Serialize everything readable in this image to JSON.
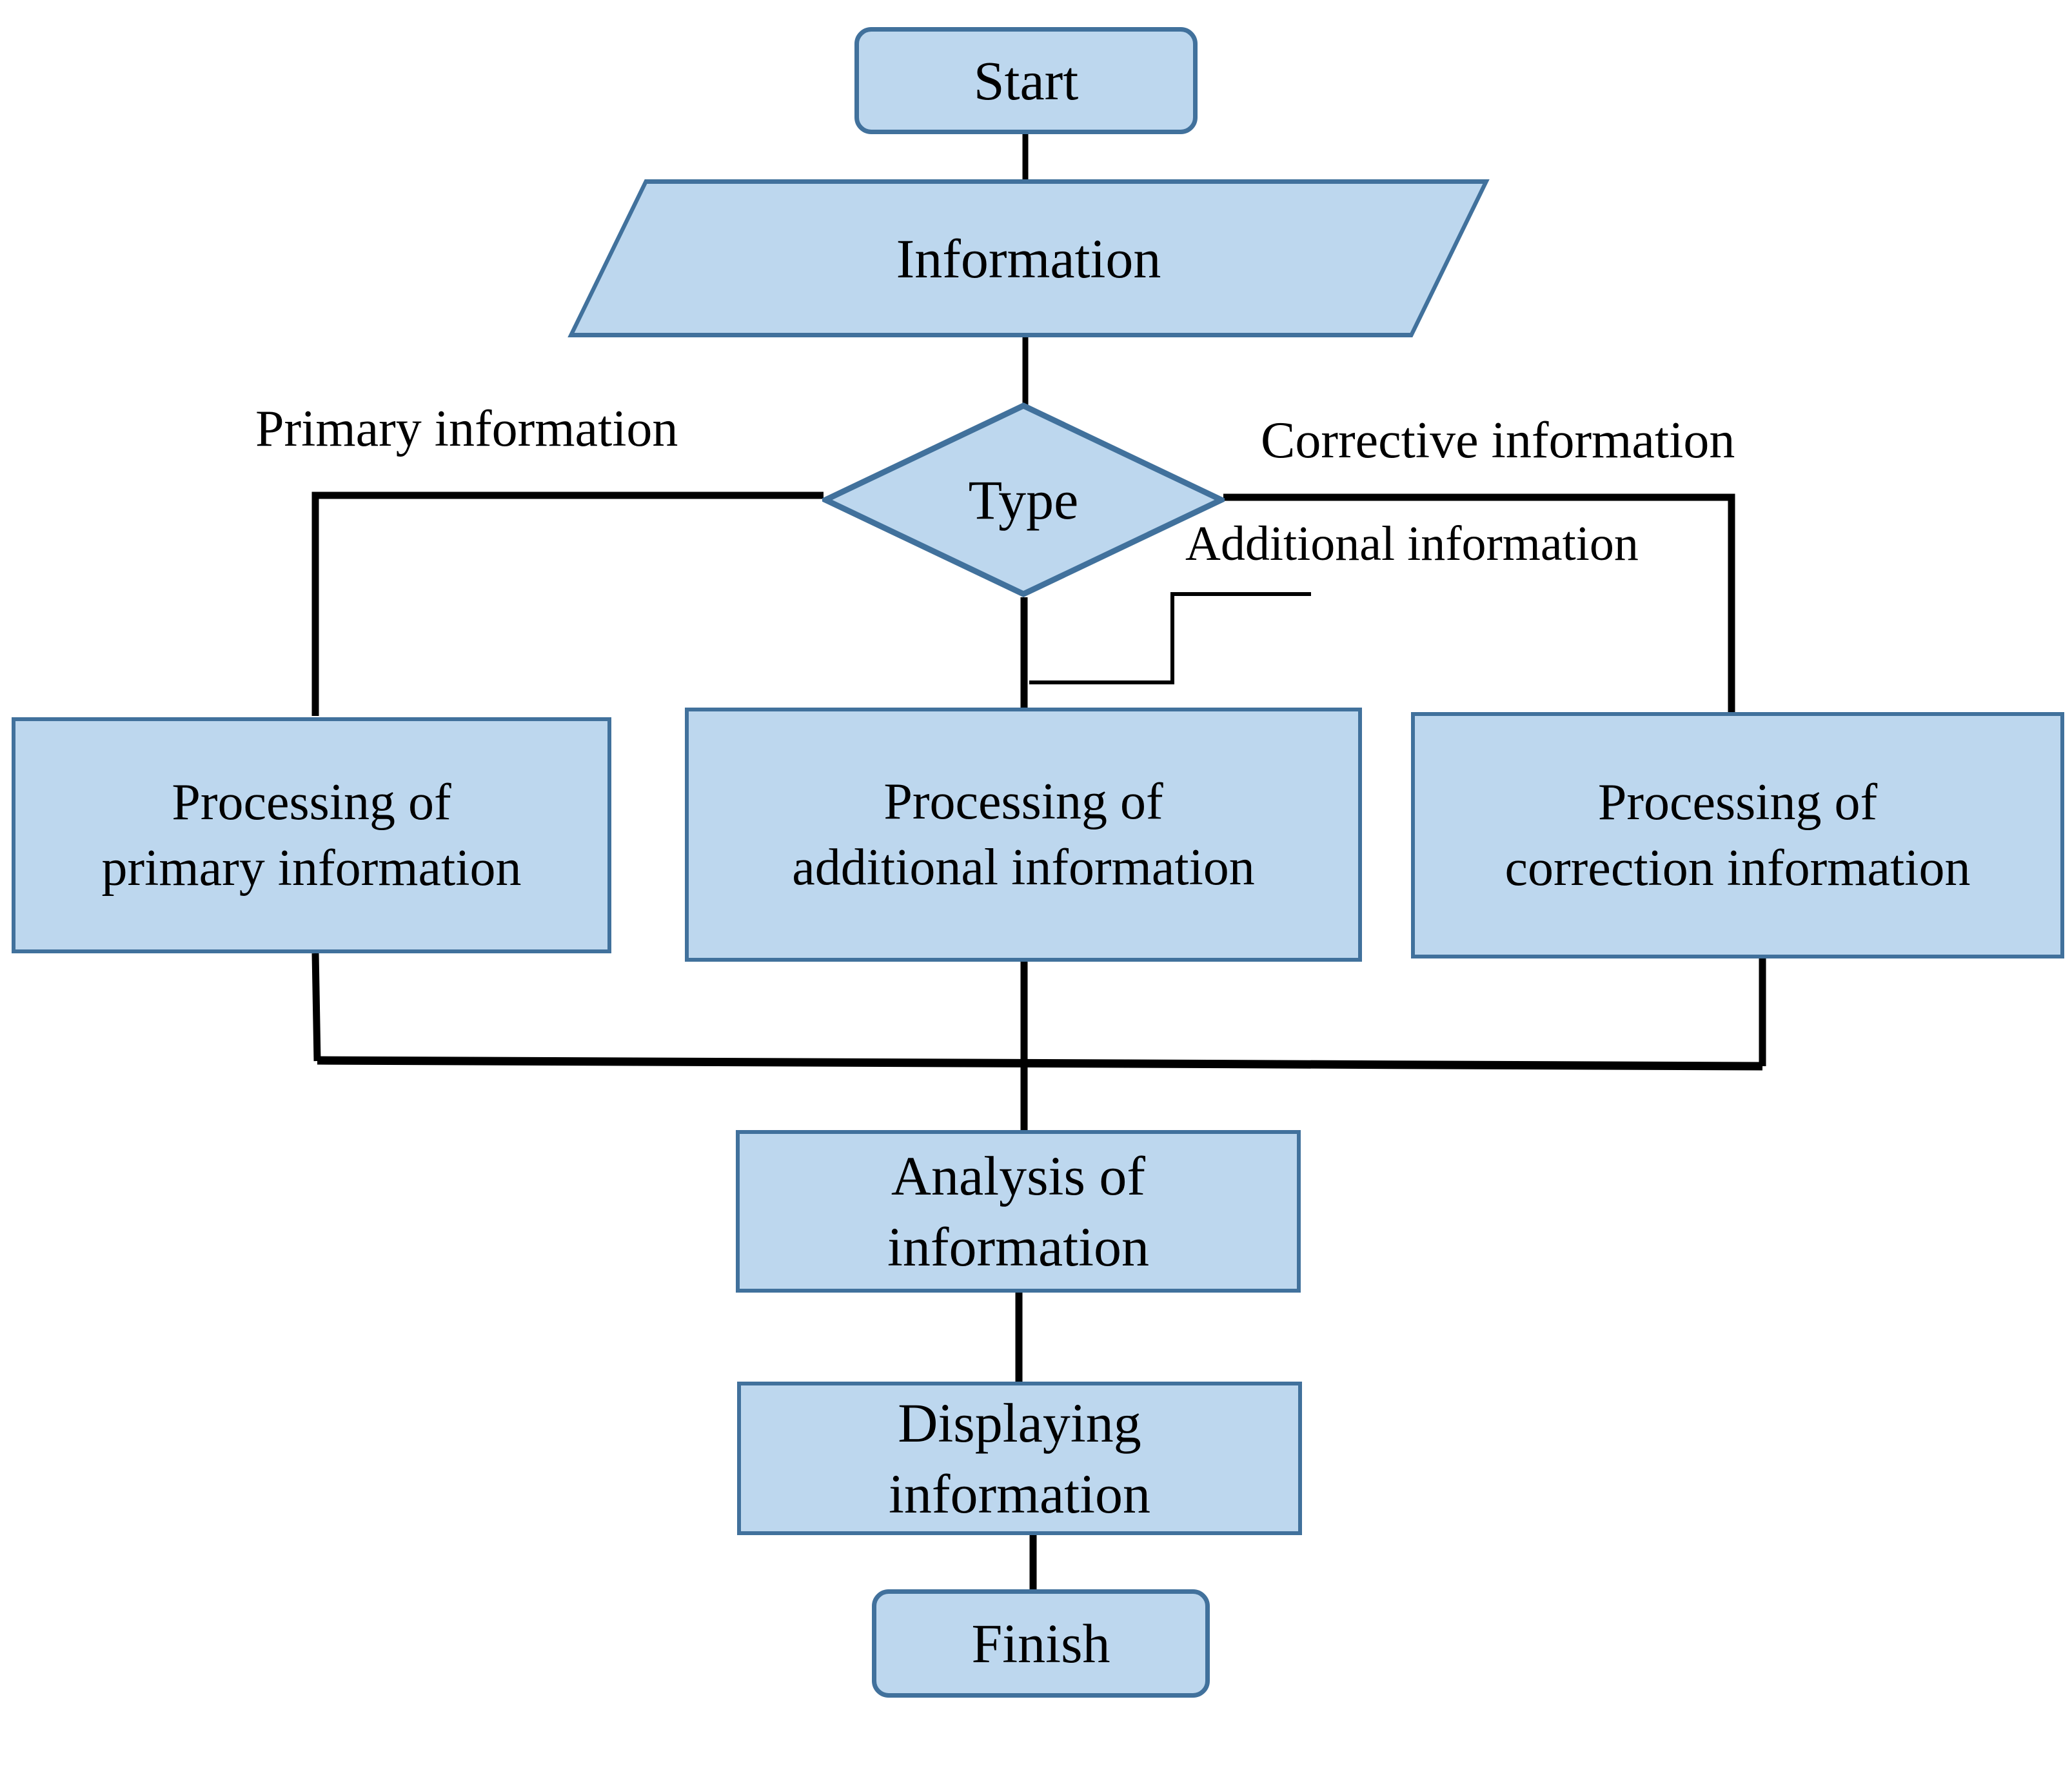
{
  "diagram": {
    "title": "Information processing flowchart",
    "colors": {
      "node_fill": "#bdd7ee",
      "node_border": "#41719c",
      "connector": "#000000",
      "background": "#ffffff"
    },
    "nodes": {
      "start": {
        "label": "Start",
        "shape": "terminator"
      },
      "information": {
        "label": "Information",
        "shape": "data-parallelogram"
      },
      "type": {
        "label": "Type",
        "shape": "decision-diamond"
      },
      "proc_primary": {
        "label": "Processing of\nprimary information",
        "shape": "process"
      },
      "proc_additional": {
        "label": "Processing of\nadditional information",
        "shape": "process"
      },
      "proc_correction": {
        "label": "Processing of\ncorrection information",
        "shape": "process"
      },
      "analysis": {
        "label": "Analysis of\ninformation",
        "shape": "process"
      },
      "display": {
        "label": "Displaying\ninformation",
        "shape": "process"
      },
      "finish": {
        "label": "Finish",
        "shape": "terminator"
      }
    },
    "edge_labels": {
      "primary": "Primary information",
      "corrective": "Corrective information",
      "additional": "Additional information"
    },
    "edges": [
      {
        "from": "start",
        "to": "information",
        "label": ""
      },
      {
        "from": "information",
        "to": "type",
        "label": ""
      },
      {
        "from": "type",
        "to": "proc_primary",
        "label": "Primary information"
      },
      {
        "from": "type",
        "to": "proc_additional",
        "label": "Additional information"
      },
      {
        "from": "type",
        "to": "proc_correction",
        "label": "Corrective information"
      },
      {
        "from": "proc_primary",
        "to": "analysis",
        "label": ""
      },
      {
        "from": "proc_additional",
        "to": "analysis",
        "label": ""
      },
      {
        "from": "proc_correction",
        "to": "analysis",
        "label": ""
      },
      {
        "from": "analysis",
        "to": "display",
        "label": ""
      },
      {
        "from": "display",
        "to": "finish",
        "label": ""
      }
    ]
  }
}
